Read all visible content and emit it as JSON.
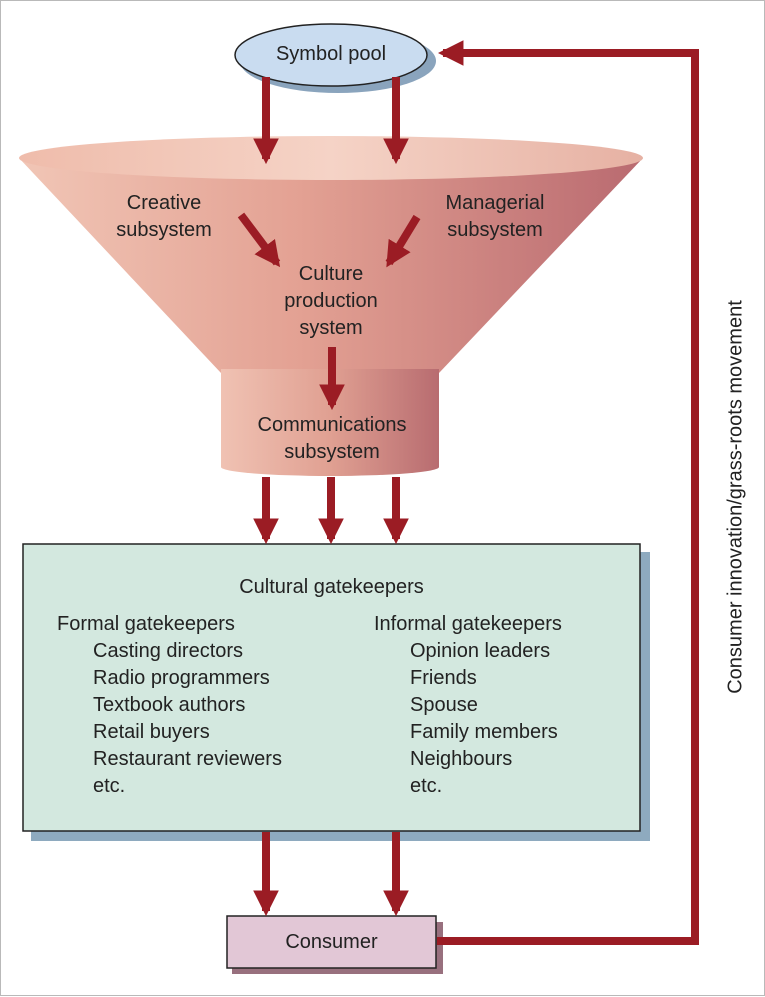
{
  "nodes": {
    "symbol_pool": "Symbol pool",
    "creative": [
      "Creative",
      "subsystem"
    ],
    "managerial": [
      "Managerial",
      "subsystem"
    ],
    "culture_production": [
      "Culture",
      "production",
      "system"
    ],
    "communications": [
      "Communications",
      "subsystem"
    ],
    "consumer": "Consumer"
  },
  "gatekeepers": {
    "title": "Cultural gatekeepers",
    "formal": {
      "heading": "Formal gatekeepers",
      "items": [
        "Casting directors",
        "Radio programmers",
        "Textbook authors",
        "Retail buyers",
        "Restaurant reviewers",
        "etc."
      ]
    },
    "informal": {
      "heading": "Informal gatekeepers",
      "items": [
        "Opinion leaders",
        "Friends",
        "Spouse",
        "Family members",
        "Neighbours",
        "etc."
      ]
    }
  },
  "feedback_label": "Consumer innovation/grass-roots movement",
  "colors": {
    "arrow": "#9b1c24",
    "funnel": "#d9908a",
    "ellipse": "#c9dcf0",
    "gatekeeper_box": "#d3e8df",
    "consumer_box": "#e2c7d6"
  }
}
